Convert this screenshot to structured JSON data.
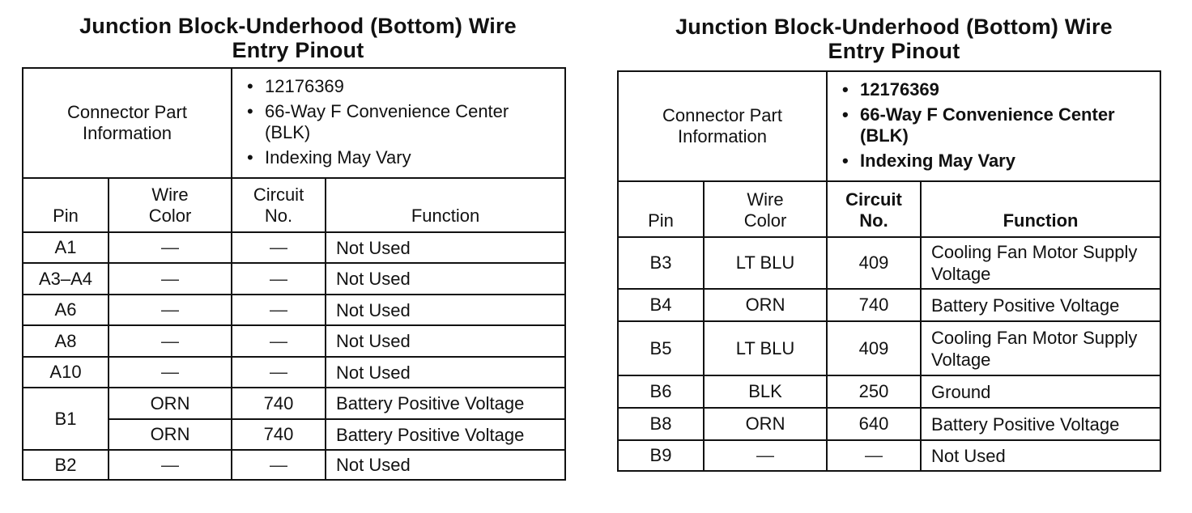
{
  "left": {
    "title_line1": "Junction Block-Underhood (Bottom) Wire",
    "title_line2": "Entry Pinout",
    "connector_label": "Connector Part Information",
    "bullets": [
      "12176369",
      "66-Way F Convenience Center (BLK)",
      "Indexing May Vary"
    ],
    "headers": {
      "pin": "Pin",
      "wire_color": "Wire Color",
      "circuit": "Circuit No.",
      "function": "Function"
    },
    "rows": [
      {
        "pin": "A1",
        "wire": "—",
        "circuit": "—",
        "function": "Not Used"
      },
      {
        "pin": "A3–A4",
        "wire": "—",
        "circuit": "—",
        "function": "Not Used"
      },
      {
        "pin": "A6",
        "wire": "—",
        "circuit": "—",
        "function": "Not Used"
      },
      {
        "pin": "A8",
        "wire": "—",
        "circuit": "—",
        "function": "Not Used"
      },
      {
        "pin": "A10",
        "wire": "—",
        "circuit": "—",
        "function": "Not Used"
      },
      {
        "pin": "B1",
        "wire": "ORN",
        "circuit": "740",
        "function": "Battery Positive Voltage"
      },
      {
        "pin": "",
        "wire": "ORN",
        "circuit": "740",
        "function": "Battery Positive Voltage"
      },
      {
        "pin": "B2",
        "wire": "—",
        "circuit": "—",
        "function": "Not Used"
      }
    ]
  },
  "right": {
    "title_line1": "Junction Block-Underhood (Bottom) Wire",
    "title_line2": "Entry Pinout",
    "connector_label": "Connector Part Information",
    "bullets": [
      "12176369",
      "66-Way F Convenience Center (BLK)",
      "Indexing May Vary"
    ],
    "headers": {
      "pin": "Pin",
      "wire_color": "Wire Color",
      "circuit": "Circuit No.",
      "function": "Function"
    },
    "rows": [
      {
        "pin": "B3",
        "wire": "LT BLU",
        "circuit": "409",
        "function": "Cooling Fan Motor Supply Voltage"
      },
      {
        "pin": "B4",
        "wire": "ORN",
        "circuit": "740",
        "function": "Battery Positive Voltage"
      },
      {
        "pin": "B5",
        "wire": "LT BLU",
        "circuit": "409",
        "function": "Cooling Fan Motor Supply Voltage"
      },
      {
        "pin": "B6",
        "wire": "BLK",
        "circuit": "250",
        "function": "Ground"
      },
      {
        "pin": "B8",
        "wire": "ORN",
        "circuit": "640",
        "function": "Battery Positive Voltage"
      },
      {
        "pin": "B9",
        "wire": "—",
        "circuit": "—",
        "function": "Not Used"
      }
    ]
  }
}
